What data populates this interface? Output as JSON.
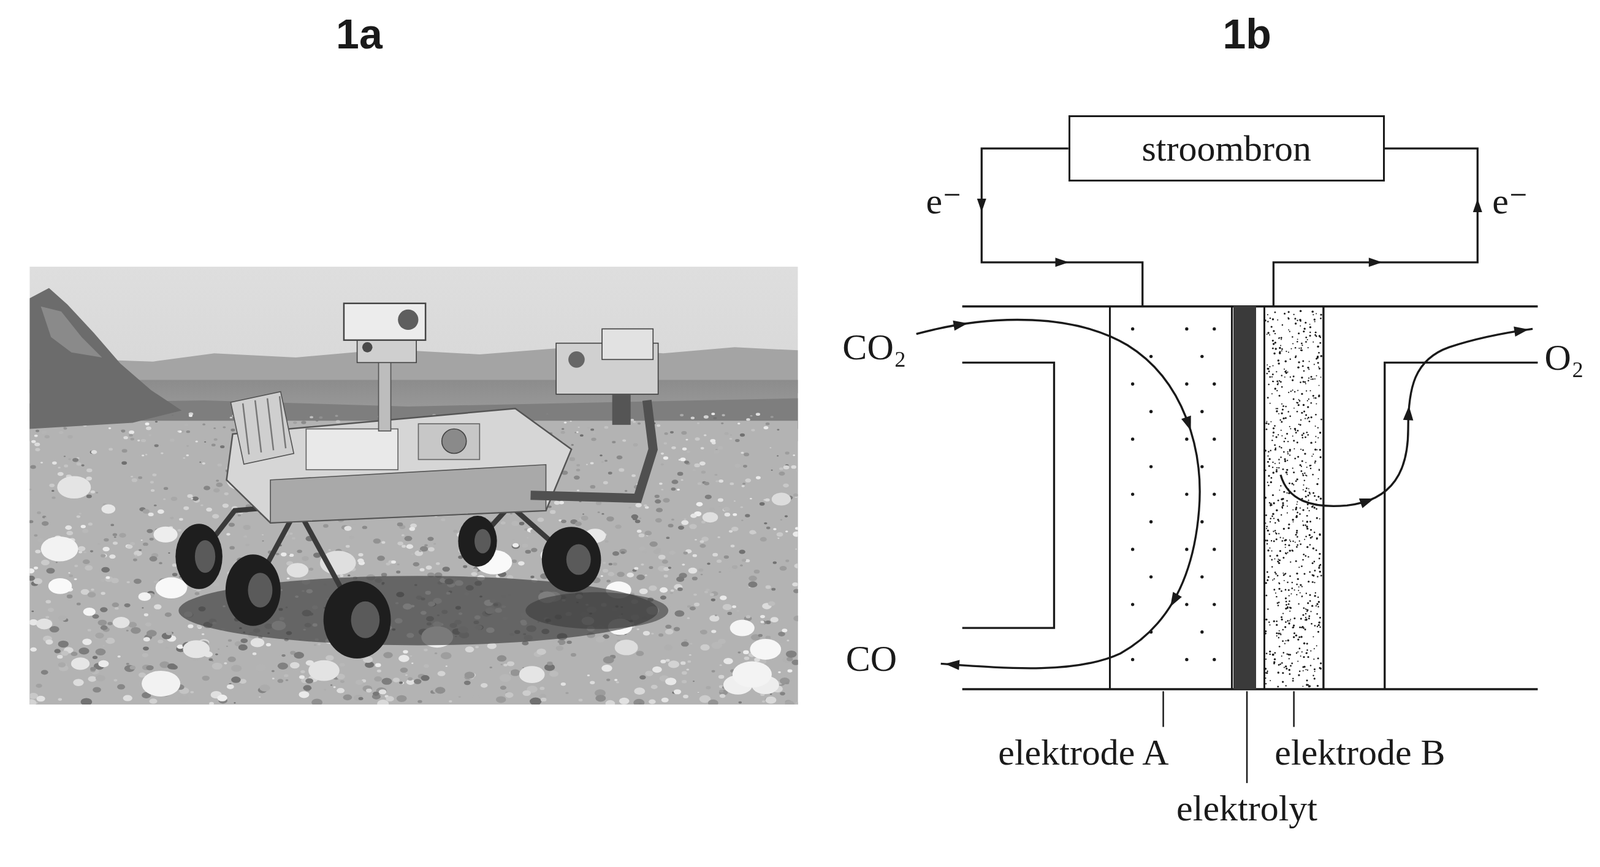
{
  "diagram": {
    "nodes": [
      {
        "text": [
          "stroombron"
        ]
      },
      {
        "text": [
          "elektrode A"
        ]
      },
      {
        "text": [
          "elektrolyt"
        ]
      },
      {
        "text": [
          "elektrode B"
        ]
      }
    ],
    "edges": [
      {
        "from": 0,
        "to": 1,
        "arrow": "to",
        "label": "e⁻"
      },
      {
        "from": 3,
        "to": 0,
        "arrow": "to",
        "label": "e⁻"
      }
    ],
    "labels": [
      "1a",
      "1b",
      "CO₂",
      "CO",
      "O₂"
    ]
  }
}
